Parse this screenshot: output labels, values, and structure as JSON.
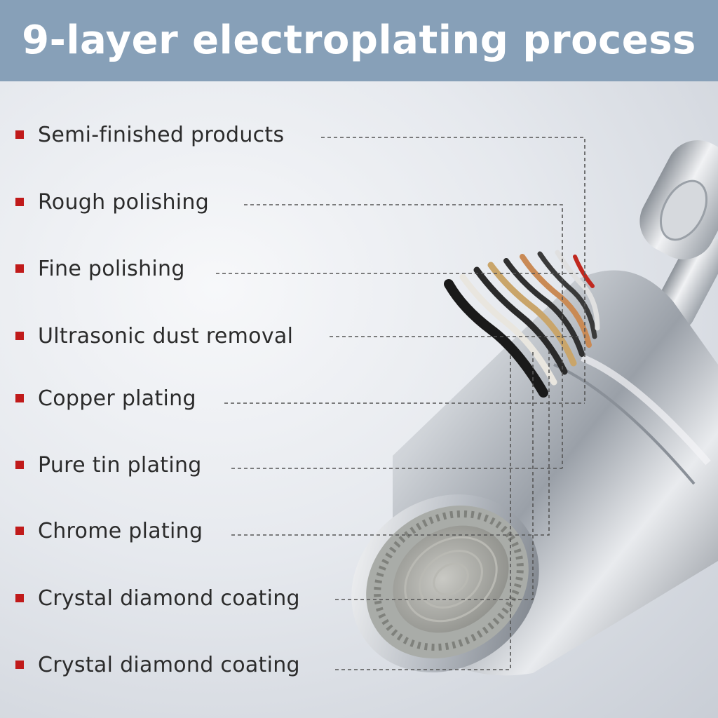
{
  "header": {
    "title": "9-layer electroplating process"
  },
  "colors": {
    "header_bg": "#87a0b8",
    "bullet": "#c01a1a",
    "text": "#2b2b2b",
    "leader_line": "#555555"
  },
  "product": {
    "icon": "faucet-aerator-icon",
    "cutaway": "plating-layers-cutaway-icon"
  },
  "layers": [
    {
      "label": "Semi-finished products"
    },
    {
      "label": "Rough polishing"
    },
    {
      "label": "Fine polishing"
    },
    {
      "label": "Ultrasonic dust removal"
    },
    {
      "label": "Copper plating"
    },
    {
      "label": "Pure tin plating"
    },
    {
      "label": "Chrome plating"
    },
    {
      "label": "Crystal diamond coating"
    },
    {
      "label": "Crystal diamond coating"
    }
  ]
}
